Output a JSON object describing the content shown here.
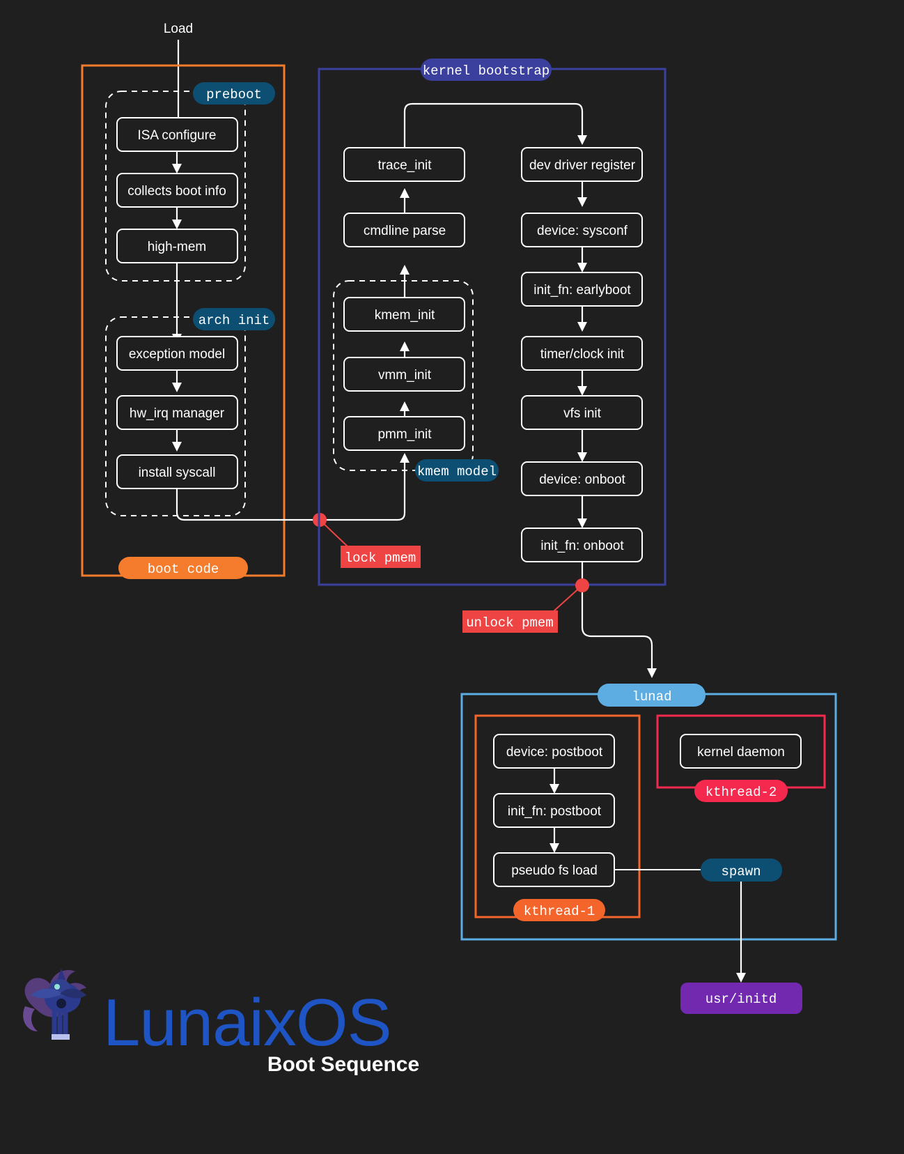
{
  "page": {
    "background": "#1f1f1f",
    "title": "Boot Sequence",
    "logo_text": "LunaixOS",
    "logo_color": "#1f54c4"
  },
  "entry": {
    "label": "Load"
  },
  "colors": {
    "boot_code": "#f47c2c",
    "kernel_bootstrap": "#3b3f9e",
    "lunad": "#5dade2",
    "kthread_1": "#f4652c",
    "kthread_2": "#f5284e",
    "tag_blue": "#0d4f73",
    "lock_red": "#ef4444",
    "initd_purple": "#7229b0",
    "node_stroke": "#ffffff",
    "node_fill": "#1f1f1f"
  },
  "containers": {
    "boot_code": {
      "label": "boot code",
      "color": "#f47c2c"
    },
    "kernel_bootstrap": {
      "label": "kernel bootstrap",
      "color": "#3b3f9e"
    },
    "lunad": {
      "label": "lunad",
      "color": "#5dade2"
    },
    "kthread_1": {
      "label": "kthread-1",
      "color": "#f4652c"
    },
    "kthread_2": {
      "label": "kthread-2",
      "color": "#f5284e"
    }
  },
  "groups": {
    "preboot": {
      "label": "preboot"
    },
    "arch_init": {
      "label": "arch init"
    },
    "kmem_model": {
      "label": "kmem model"
    }
  },
  "nodes": {
    "preboot": [
      {
        "id": "isa-configure",
        "label": "ISA configure"
      },
      {
        "id": "collects-boot-info",
        "label": "collects boot info"
      },
      {
        "id": "high-mem",
        "label": "high-mem"
      }
    ],
    "arch_init": [
      {
        "id": "exception-model",
        "label": "exception model"
      },
      {
        "id": "hw-irq-manager",
        "label": "hw_irq manager"
      },
      {
        "id": "install-syscall",
        "label": "install syscall"
      }
    ],
    "kernel_left": [
      {
        "id": "trace-init",
        "label": "trace_init"
      },
      {
        "id": "cmdline-parse",
        "label": "cmdline parse"
      }
    ],
    "kmem_model": [
      {
        "id": "kmem-init",
        "label": "kmem_init"
      },
      {
        "id": "vmm-init",
        "label": "vmm_init"
      },
      {
        "id": "pmm-init",
        "label": "pmm_init"
      }
    ],
    "kernel_right": [
      {
        "id": "dev-driver-register",
        "label": "dev driver register"
      },
      {
        "id": "device-sysconf",
        "label": "device: sysconf"
      },
      {
        "id": "init-fn-earlyboot",
        "label": "init_fn: earlyboot"
      },
      {
        "id": "timer-clock-init",
        "label": "timer/clock init"
      },
      {
        "id": "vfs-init",
        "label": "vfs init"
      },
      {
        "id": "device-onboot",
        "label": "device: onboot"
      },
      {
        "id": "init-fn-onboot",
        "label": "init_fn: onboot"
      }
    ],
    "kthread_1": [
      {
        "id": "device-postboot",
        "label": "device: postboot"
      },
      {
        "id": "init-fn-postboot",
        "label": "init_fn: postboot"
      },
      {
        "id": "pseudo-fs-load",
        "label": "pseudo fs load"
      }
    ],
    "kthread_2": [
      {
        "id": "kernel-daemon",
        "label": "kernel daemon"
      }
    ]
  },
  "annotations": {
    "lock_pmem": {
      "label": "lock pmem",
      "color": "#ef4444"
    },
    "unlock_pmem": {
      "label": "unlock pmem",
      "color": "#ef4444"
    },
    "spawn": {
      "label": "spawn",
      "color": "#0d4f73"
    },
    "usr_initd": {
      "label": "usr/initd",
      "color": "#7229b0"
    }
  }
}
